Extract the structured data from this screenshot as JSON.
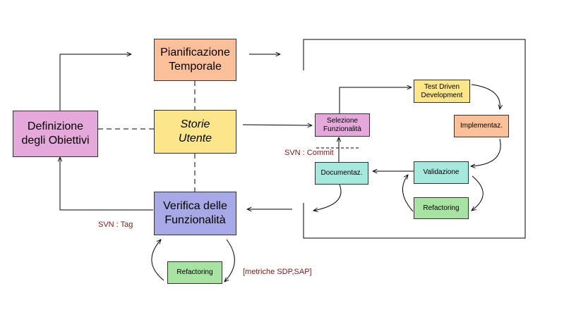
{
  "colors": {
    "orange": "#fbc09a",
    "pink": "#e5a8db",
    "yellow": "#fde68a",
    "blue": "#a7a9e6",
    "green": "#a8e3a4",
    "teal": "#a6e8dc",
    "note_text": "#7a1a1a"
  },
  "nodes": {
    "pianificazione": "Pianificazione\nTemporale",
    "definizione": "Definizione\ndegli Obiettivi",
    "storie": "Storie\nUtente",
    "verifica": "Verifica delle\nFunzionalità",
    "refactoring_outer": "Refactoring",
    "selezione": "Selezione\nFunzionalità",
    "tdd": "Test Driven\nDevelopment",
    "implementaz": "Implementaz.",
    "documentaz": "Documentaz.",
    "validazione": "Validazione",
    "refactoring_inner": "Refactoring"
  },
  "notes": {
    "svn_commit": "SVN : Commit",
    "svn_tag": "SVN : Tag",
    "metriche": "[metriche SDP,SAP]"
  }
}
